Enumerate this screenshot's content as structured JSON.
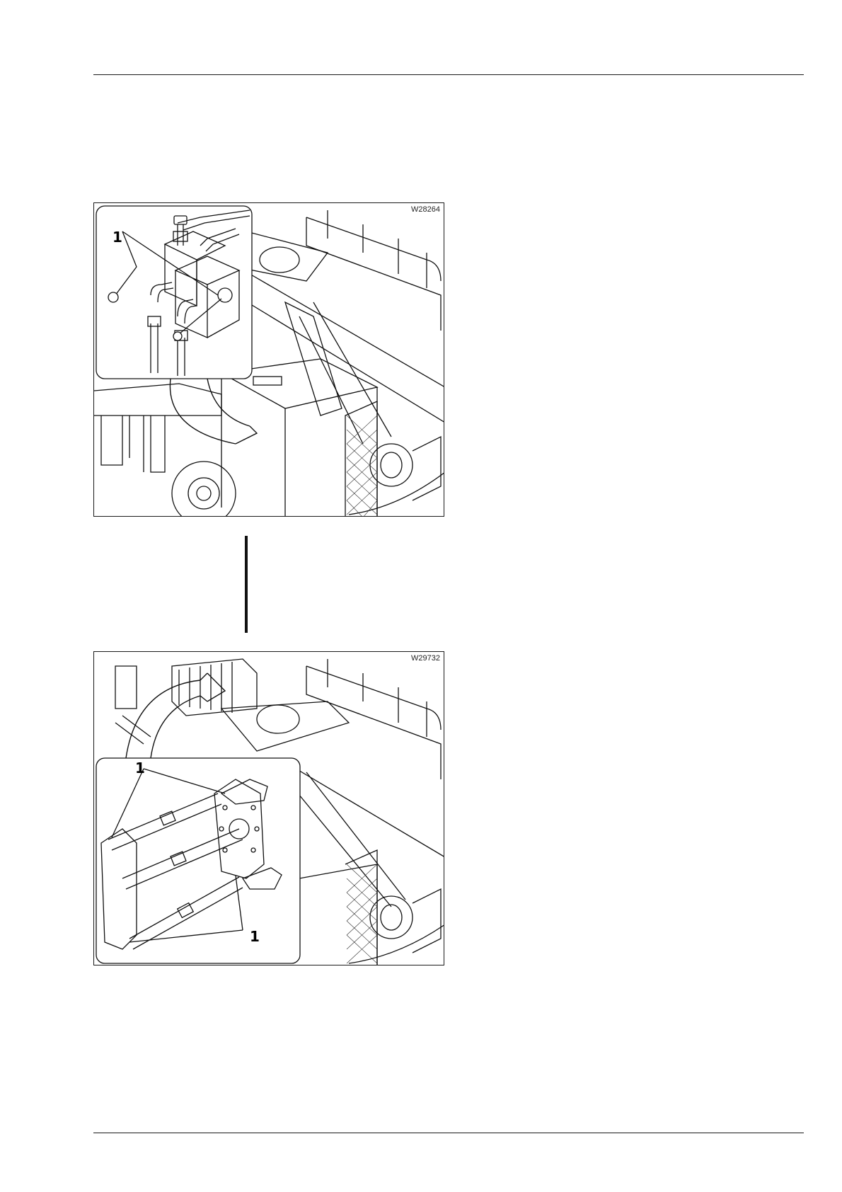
{
  "figures": [
    {
      "code": "W28264",
      "callouts": [
        "1"
      ]
    },
    {
      "code": "W29732",
      "callouts": [
        "1",
        "1"
      ]
    }
  ]
}
